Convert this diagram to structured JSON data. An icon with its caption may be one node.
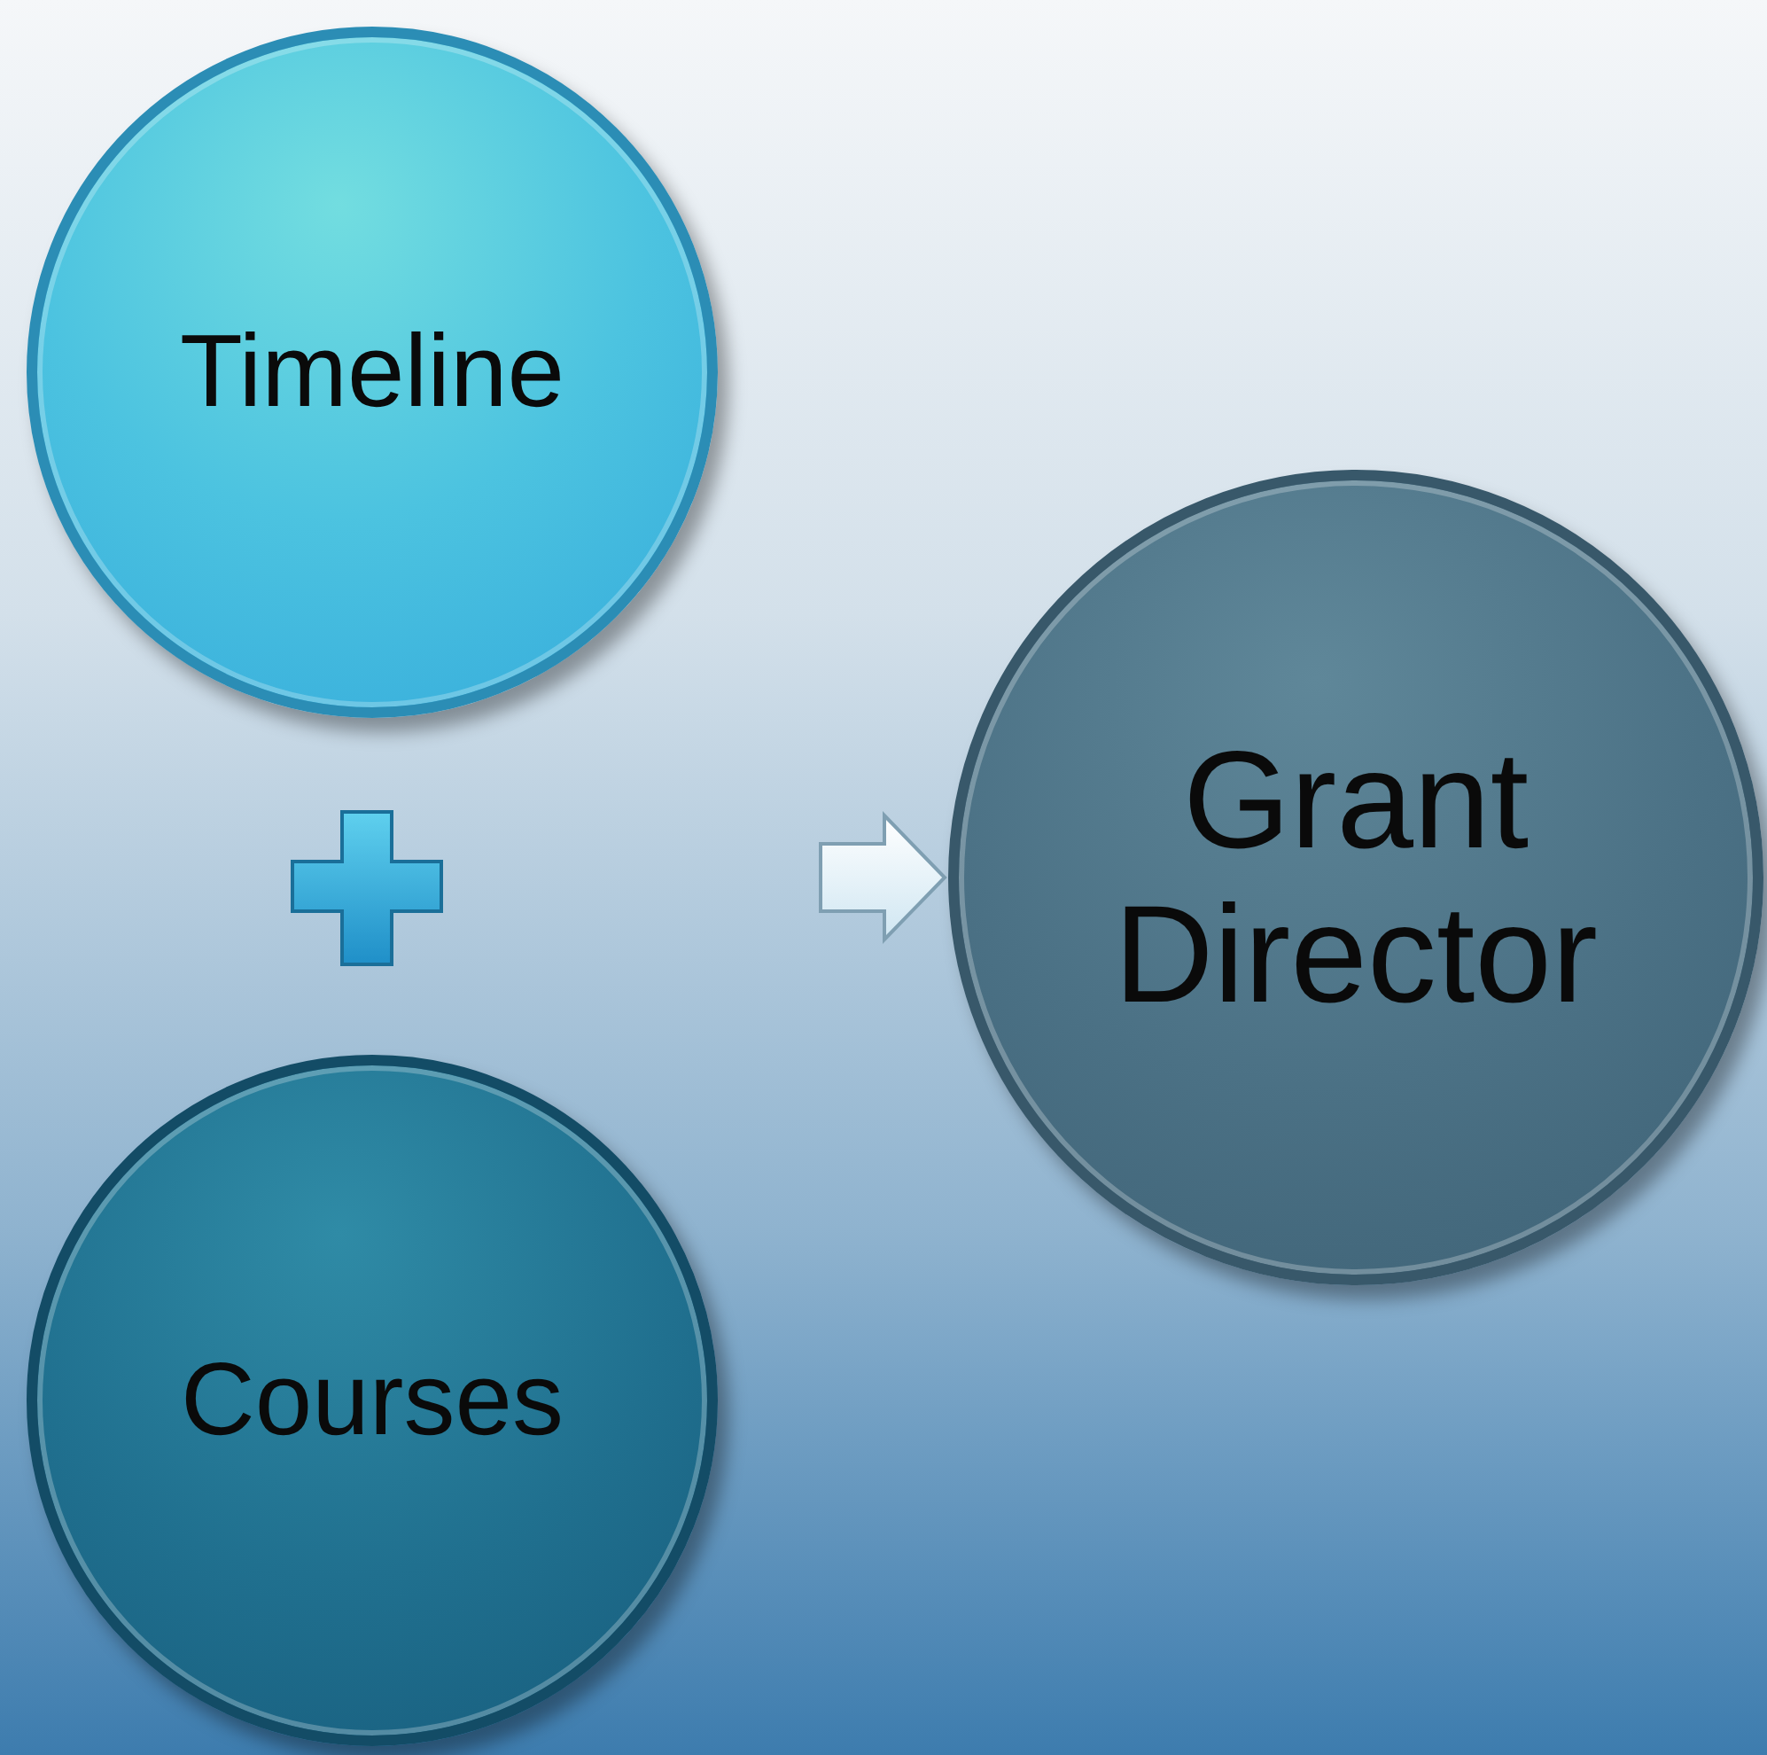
{
  "diagram": {
    "nodes": [
      {
        "text": [
          "Timeline"
        ]
      },
      {
        "text": [
          "Courses"
        ]
      },
      {
        "text": [
          "Grant Director"
        ]
      }
    ],
    "edges": [
      {
        "from": null,
        "to": 2,
        "arrow": "to"
      }
    ]
  }
}
